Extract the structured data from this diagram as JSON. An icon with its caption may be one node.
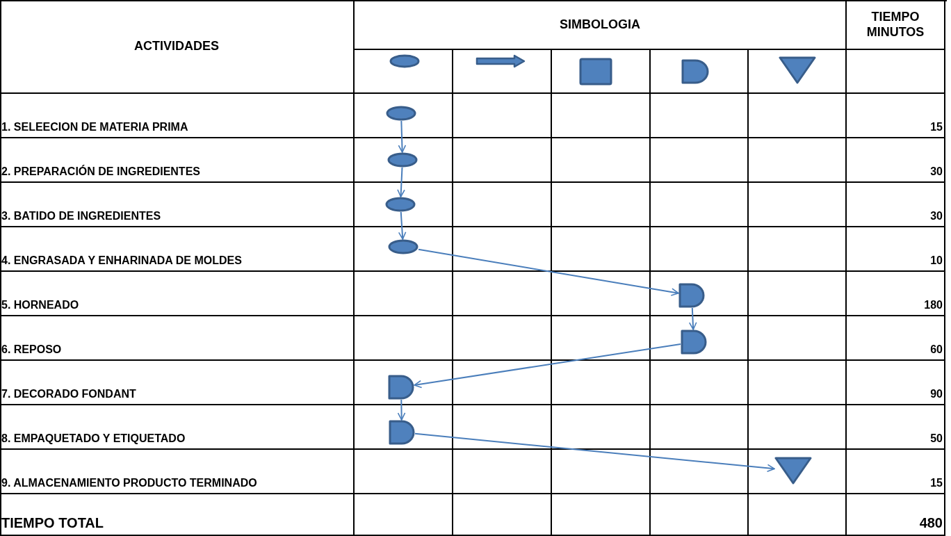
{
  "diagram": {
    "nodes": [
      {
        "text": [],
        "shape": "ellipse"
      },
      {
        "text": [],
        "shape": "arrow"
      },
      {
        "text": [],
        "shape": "box"
      },
      {
        "text": [],
        "shape": "semicircle"
      },
      {
        "text": [],
        "shape": "triangle"
      },
      {
        "text": [],
        "shape": "ellipse"
      },
      {
        "text": [],
        "shape": "ellipse"
      },
      {
        "text": [],
        "shape": "ellipse"
      },
      {
        "text": [],
        "shape": "ellipse"
      },
      {
        "text": [],
        "shape": "semicircle"
      },
      {
        "text": [],
        "shape": "semicircle"
      },
      {
        "text": [],
        "shape": "semicircle"
      },
      {
        "text": [],
        "shape": "semicircle"
      },
      {
        "text": [],
        "shape": "triangle"
      }
    ],
    "edges": [
      {
        "from": 5,
        "to": 6,
        "arrow": "to"
      },
      {
        "from": 6,
        "to": 7,
        "arrow": "to"
      },
      {
        "from": 7,
        "to": 8,
        "arrow": "to"
      },
      {
        "from": 8,
        "to": 9,
        "arrow": "to"
      },
      {
        "from": 9,
        "to": 10,
        "arrow": "to"
      },
      {
        "from": 10,
        "to": 11,
        "arrow": "to"
      },
      {
        "from": 11,
        "to": 12,
        "arrow": "to"
      },
      {
        "from": 12,
        "to": 13,
        "arrow": "to"
      }
    ],
    "labels": [
      "ACTIVIDADES",
      "SIMBOLOGIA",
      "TIEMPO MINUTOS",
      "1. SELEECION DE MATERIA PRIMA",
      "15",
      "2. PREPARACIÓN DE INGREDIENTES",
      "30",
      "3. BATIDO DE INGREDIENTES",
      "30",
      "4. ENGRASADA Y ENHARINADA DE MOLDES",
      "10",
      "5. HORNEADO",
      "180",
      "6. REPOSO",
      "60",
      "7. DECORADO FONDANT",
      "90",
      "8. EMPAQUETADO Y ETIQUETADO",
      "50",
      "9. ALMACENAMIENTO PRODUCTO TERMINADO",
      "15",
      "TIEMPO TOTAL",
      "480"
    ]
  }
}
